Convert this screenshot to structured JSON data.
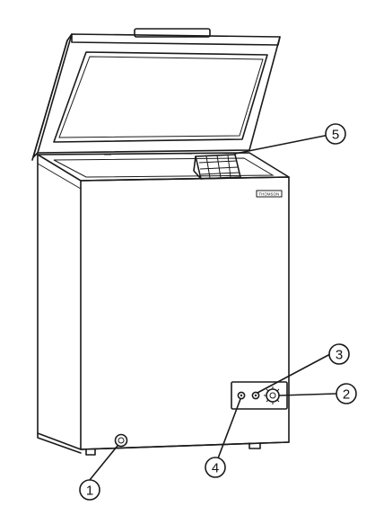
{
  "figure": {
    "brand_label": "THOMSON",
    "callouts": [
      "1",
      "2",
      "3",
      "4",
      "5"
    ],
    "line_color": "#1a1a1a",
    "background": "#ffffff"
  }
}
